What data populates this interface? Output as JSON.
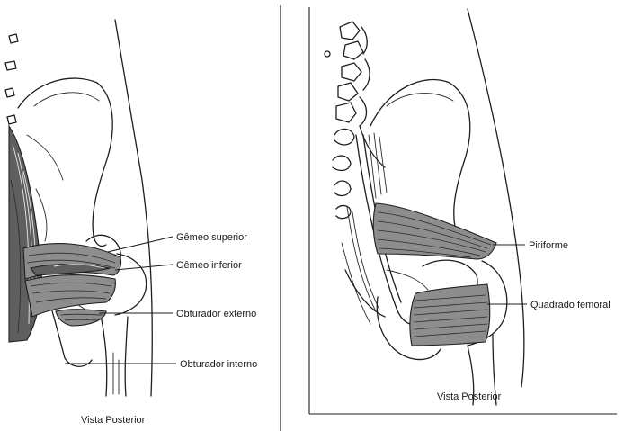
{
  "left_panel": {
    "labels": {
      "gemeo_superior": "Gêmeo superior",
      "gemeo_inferior": "Gêmeo inferior",
      "obturador_externo": "Obturador externo",
      "obturador_interno": "Obturador interno"
    },
    "caption": "Vista Posterior"
  },
  "right_panel": {
    "labels": {
      "piriforme": "Piriforme",
      "quadrado_femoral": "Quadrado femoral"
    },
    "caption": "Vista Posterior"
  },
  "colors": {
    "ink": "#1e1e1e",
    "muscle_fill": "#8d8d8d",
    "muscle_dark": "#5f5f5f",
    "background": "#ffffff"
  }
}
